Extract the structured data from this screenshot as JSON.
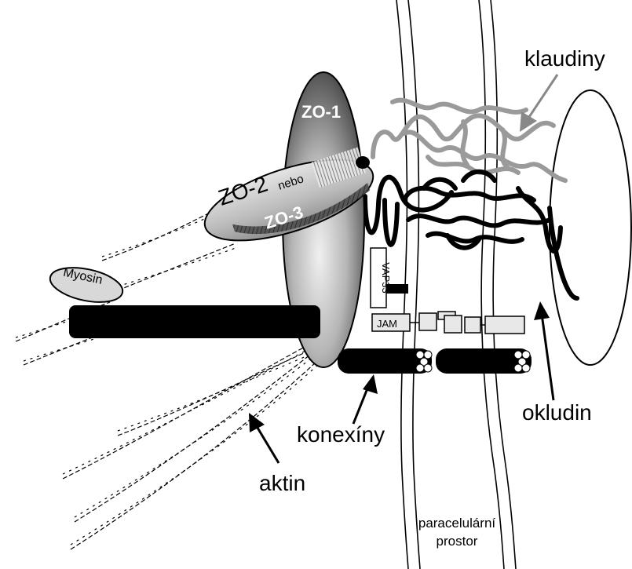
{
  "labels": {
    "zo1": "ZO-1",
    "zo2": "ZO-2",
    "nebo": "nebo",
    "zo3": "ZO-3",
    "myosin": "Myosin",
    "vap33": "VAP33",
    "jam": "JAM",
    "klaudiny": "klaudiny",
    "okludin": "okludin",
    "konexiny": "konexíny",
    "aktin": "aktin",
    "paracellular_line1": "paracelulární",
    "paracellular_line2": "prostor"
  },
  "colors": {
    "background": "#ffffff",
    "ink": "#000000",
    "claudin_gray": "#9a9a9a",
    "zo1_dark": "#1c1c1c",
    "zo1_light": "#d6d6d6"
  }
}
